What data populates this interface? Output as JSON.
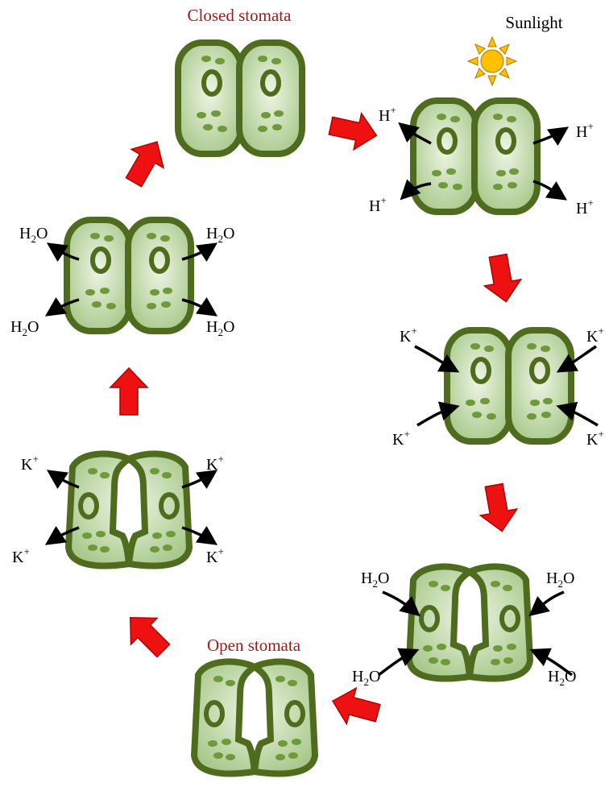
{
  "labels": {
    "closed_stomata": "Closed stomata",
    "open_stomata": "Open stomata",
    "sunlight": "Sunlight"
  },
  "ions": {
    "h": "H",
    "h_charge": "+",
    "k": "K",
    "k_charge": "+",
    "water_h": "H",
    "water_sub": "2",
    "water_o": "O"
  },
  "colors": {
    "title_red": "#9b1b1b",
    "cell_outline": "#4e6b1e",
    "cell_fill_light": "#eef5e4",
    "cell_fill_dark": "#a9c98c",
    "chloroplast": "#6f9a3b",
    "arrow_red": "#ee1111",
    "sun_yellow": "#ffc000",
    "sun_outline": "#b07a00"
  },
  "icons": {
    "sun": "sun-icon",
    "cycle_arrow": "red-block-arrow"
  }
}
